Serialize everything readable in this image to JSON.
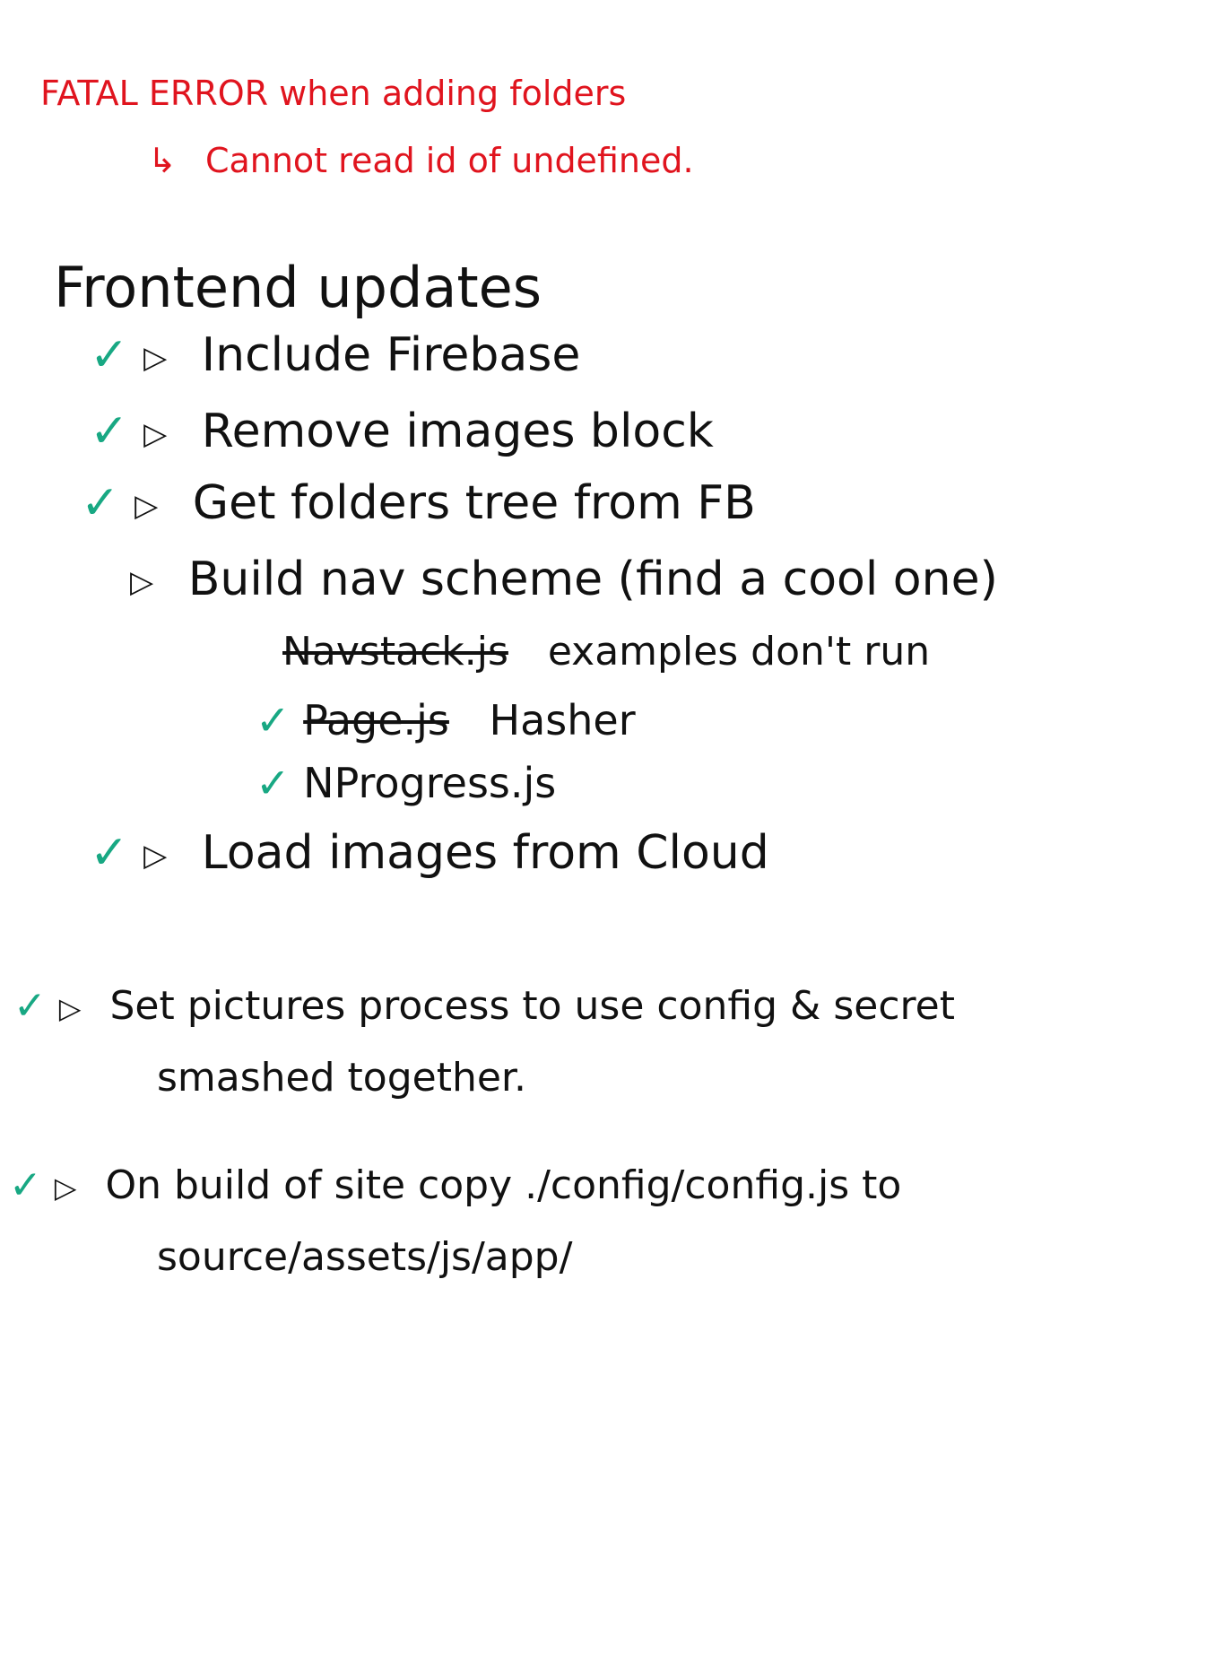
{
  "error": {
    "title": "FATAL ERROR when adding folders",
    "arrow": "↳",
    "detail": "Cannot read id of undefined."
  },
  "heading": "Frontend updates",
  "colors": {
    "red_ink": "#e0141e",
    "black_ink": "#111111",
    "check_ink": "#18a883"
  },
  "icons": {
    "check": "✓",
    "triangle": "▷"
  },
  "frontend_items": [
    {
      "checked": true,
      "text": "Include Firebase"
    },
    {
      "checked": true,
      "text": "Remove images block"
    },
    {
      "checked": true,
      "text": "Get folders tree from FB"
    },
    {
      "checked": false,
      "text": "Build nav scheme (find a cool one)"
    },
    {
      "checked": true,
      "text": "Load images from Cloud"
    }
  ],
  "nav_subitems": [
    {
      "checked": false,
      "struck": "Navstack.js",
      "text": "examples don't run"
    },
    {
      "checked": true,
      "struck": "Page.js",
      "text": "Hasher"
    },
    {
      "checked": true,
      "struck": "",
      "text": "NProgress.js"
    }
  ],
  "other_items": [
    {
      "checked": true,
      "line1": "Set pictures process to use config & secret",
      "line2": "smashed together."
    },
    {
      "checked": true,
      "line1": "On build of site copy ./config/config.js to",
      "line2": "source/assets/js/app/"
    }
  ]
}
